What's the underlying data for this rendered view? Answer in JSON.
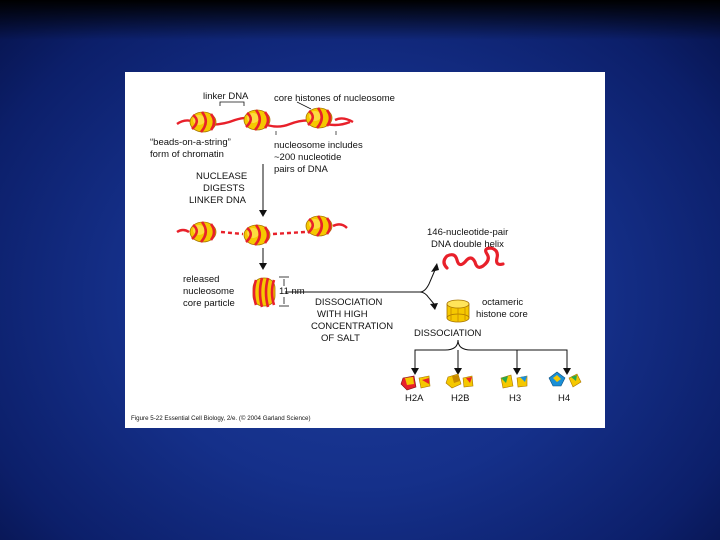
{
  "slide": {
    "background_color": "#15308a",
    "panel_color": "#ffffff"
  },
  "figure": {
    "labels": {
      "linker_dna": "linker DNA",
      "core_histones": "core histones of nucleosome",
      "beads_line1": "“beads-on-a-string”",
      "beads_line2": "form of chromatin",
      "nucleosome_line1": "nucleosome includes",
      "nucleosome_line2": "~200 nucleotide",
      "nucleosome_line3": "pairs of DNA",
      "nuclease_line1": "NUCLEASE",
      "nuclease_line2": "DIGESTS",
      "nuclease_line3": "LINKER DNA",
      "helix_line1": "146-nucleotide-pair",
      "helix_line2": "DNA double helix",
      "released_line1": "released",
      "released_line2": "nucleosome",
      "released_line3": "core particle",
      "size": "11 nm",
      "dissoc_salt_line1": "DISSOCIATION",
      "dissoc_salt_line2": "WITH HIGH",
      "dissoc_salt_line3": "CONCENTRATION",
      "dissoc_salt_line4": "OF SALT",
      "octamer_line1": "octameric",
      "octamer_line2": "histone core",
      "dissociation": "DISSOCIATION",
      "h2a": "H2A",
      "h2b": "H2B",
      "h3": "H3",
      "h4": "H4",
      "caption": "Figure 5-22  Essential Cell Biology, 2/e. (© 2004 Garland Science)"
    },
    "colors": {
      "dna": "#e8202a",
      "histone": "#f5c800",
      "histone_dark": "#c88a00",
      "h3_blue": "#1a8fd6",
      "h4_green": "#2aa84a"
    }
  }
}
